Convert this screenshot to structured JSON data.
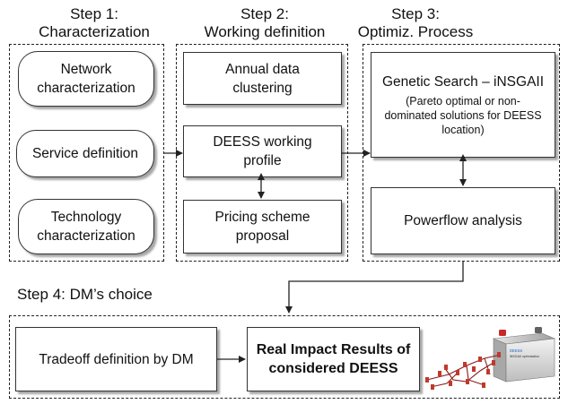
{
  "steps": {
    "step1": {
      "title_line1": "Step 1:",
      "title_line2": "Characterization"
    },
    "step2": {
      "title_line1": "Step 2:",
      "title_line2": "Working definition"
    },
    "step3": {
      "title_line1": "Step 3:",
      "title_line2": "Optimiz. Process"
    },
    "step4": {
      "title": "Step 4: DM’s choice"
    }
  },
  "step1_items": {
    "network": {
      "line1": "Network",
      "line2": "characterization"
    },
    "service": {
      "line1": "Service definition"
    },
    "technology": {
      "line1": "Technology",
      "line2": "characterization"
    }
  },
  "step2_items": {
    "clustering": {
      "line1": "Annual data",
      "line2": "clustering"
    },
    "profile": {
      "line1": "DEESS working",
      "line2": "profile"
    },
    "pricing": {
      "line1": "Pricing scheme",
      "line2": "proposal"
    }
  },
  "step3_items": {
    "genetic": {
      "title": "Genetic Search – iNSGAII",
      "sub": "(Pareto optimal or non-dominated solutions for DEESS location)"
    },
    "powerflow": {
      "label": "Powerflow analysis"
    }
  },
  "step4_items": {
    "tradeoff": {
      "label": "Tradeoff definition by DM"
    },
    "results": {
      "line1": "Real Impact Results of",
      "line2": "considered DEESS"
    }
  },
  "battery_image": {
    "label_line1": "DEESS",
    "label_line2": "iNSGAII optimisation"
  },
  "colors": {
    "stroke": "#222222",
    "box_fill": "#ffffff",
    "node_red": "#c0392b"
  }
}
